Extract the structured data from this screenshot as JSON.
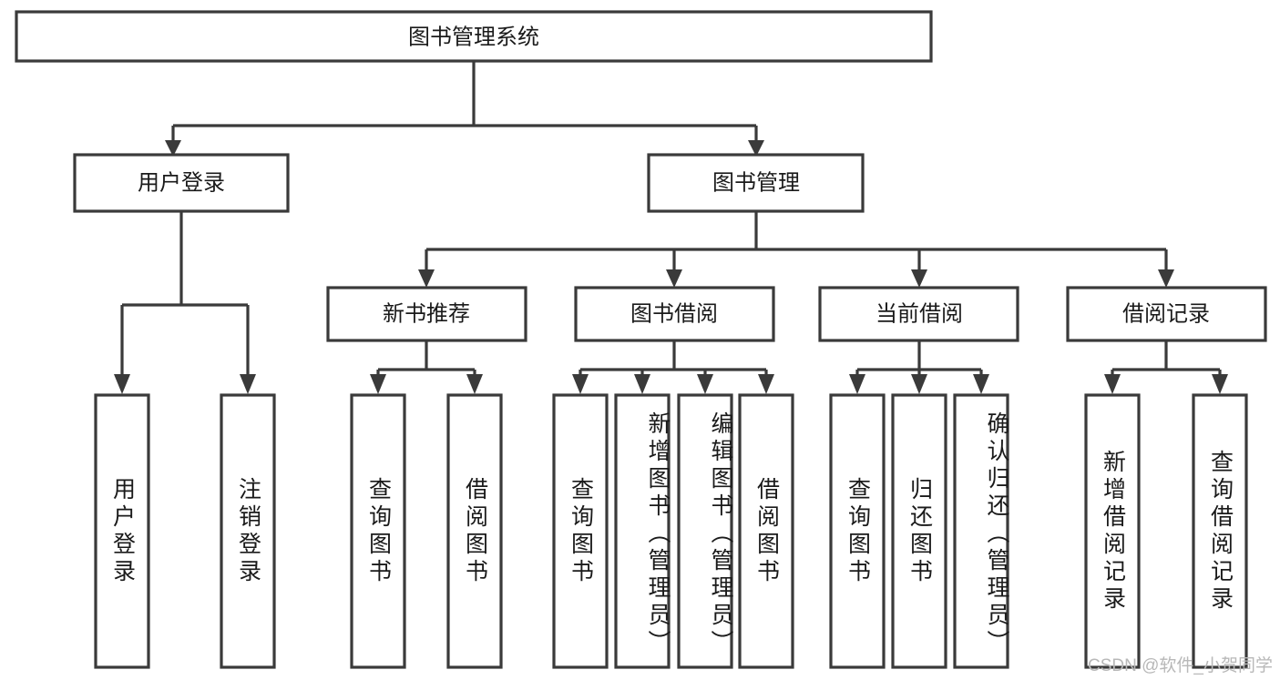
{
  "diagram": {
    "type": "tree-hierarchy",
    "title": "图书管理系统",
    "watermark": "CSDN @软件_小贺同学",
    "colors": {
      "stroke": "#3a3a3a",
      "fill": "#ffffff",
      "text": "#1a1a1a",
      "watermark": "#b8b8b8"
    },
    "root": {
      "label": "图书管理系统"
    },
    "level2": [
      {
        "label": "用户登录"
      },
      {
        "label": "图书管理"
      }
    ],
    "level3": [
      {
        "label": "新书推荐"
      },
      {
        "label": "图书借阅"
      },
      {
        "label": "当前借阅"
      },
      {
        "label": "借阅记录"
      }
    ],
    "leaves": {
      "user_login": [
        {
          "label": "用户登录"
        },
        {
          "label": "注销登录"
        }
      ],
      "new_book_recommend": [
        {
          "label": "查询图书"
        },
        {
          "label": "借阅图书"
        }
      ],
      "book_borrow": [
        {
          "label": "查询图书"
        },
        {
          "label": "新增图书（管理员）"
        },
        {
          "label": "编辑图书（管理员）"
        },
        {
          "label": "借阅图书"
        }
      ],
      "current_borrow": [
        {
          "label": "查询图书"
        },
        {
          "label": "归还图书"
        },
        {
          "label": "确认归还（管理员）"
        }
      ],
      "borrow_record": [
        {
          "label": "新增借阅记录"
        },
        {
          "label": "查询借阅记录"
        }
      ]
    }
  }
}
